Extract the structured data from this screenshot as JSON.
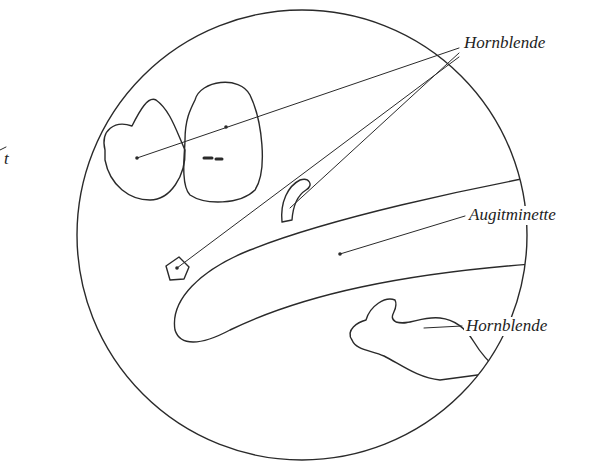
{
  "diagram": {
    "labels": [
      "Hornblende",
      "t",
      "Augitminette",
      "Hornblende"
    ]
  }
}
